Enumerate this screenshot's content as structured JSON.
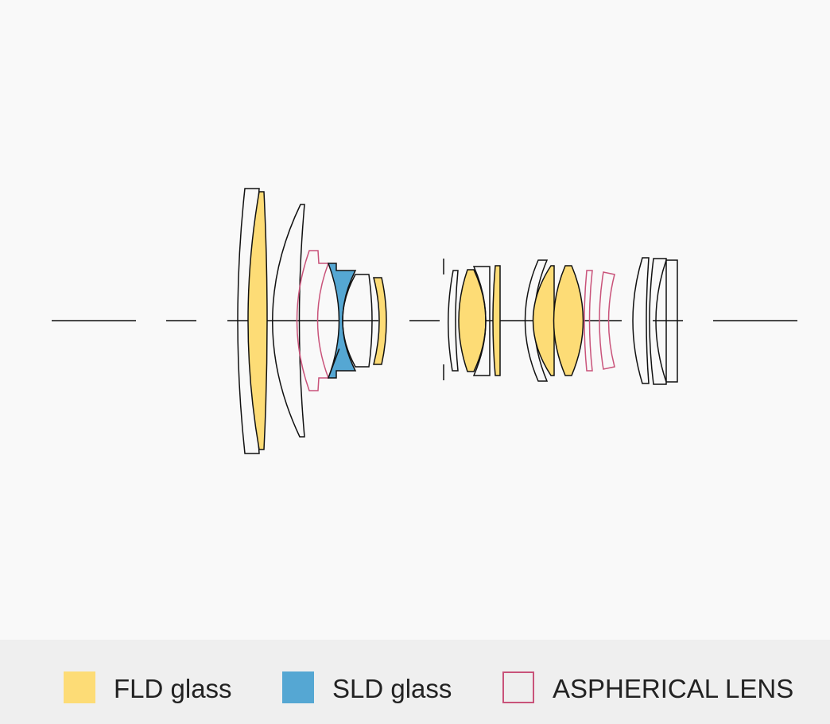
{
  "colors": {
    "fld": "#fddc76",
    "sld": "#55a7d3",
    "aspherical_outline": "#c9537a",
    "lens_outline": "#111111",
    "axis": "#111111",
    "background": "#f9f9f9",
    "legend_background": "#efefef"
  },
  "legend": {
    "fld": {
      "label": "FLD glass",
      "swatch": "filled-yellow-square"
    },
    "sld": {
      "label": "SLD glass",
      "swatch": "filled-blue-square"
    },
    "aspherical": {
      "label": "ASPHERICAL LENS",
      "swatch": "outlined-pink-square"
    }
  }
}
